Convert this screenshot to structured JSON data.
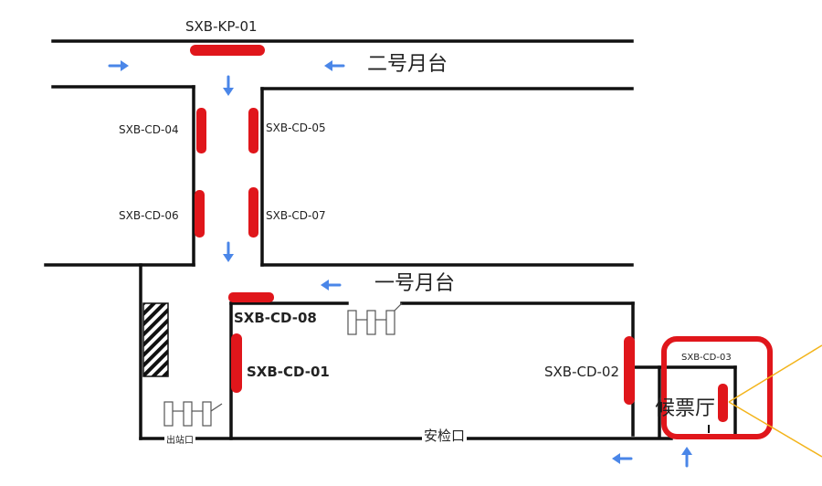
{
  "labels": {
    "kp01": "SXB-KP-01",
    "platform2": "二号月台",
    "cd04": "SXB-CD-04",
    "cd05": "SXB-CD-05",
    "cd06": "SXB-CD-06",
    "cd07": "SXB-CD-07",
    "platform1": "一号月台",
    "cd08": "SXB-CD-08",
    "cd01": "SXB-CD-01",
    "cd02": "SXB-CD-02",
    "cd03": "SXB-CD-03",
    "hall": "候票厅",
    "security": "安检口",
    "exit": "出站口"
  },
  "colors": {
    "wall": "#111111",
    "door": "#e0161b",
    "arrow": "#4a86e8",
    "highlight": "#e0161b",
    "callout": "#f3b41b"
  },
  "icons": [
    "arrow-right-icon",
    "arrow-left-icon",
    "arrow-down-icon",
    "arrow-up-icon",
    "gate-icon",
    "hatch-icon"
  ]
}
